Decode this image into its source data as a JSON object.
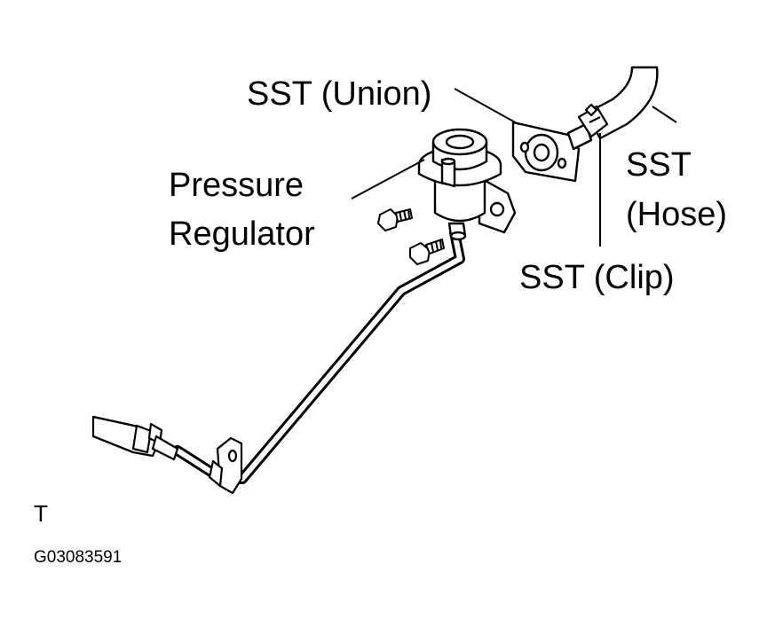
{
  "labels": {
    "sst_union": "SST (Union)",
    "pressure_regulator_line1": "Pressure",
    "pressure_regulator_line2": "Regulator",
    "sst_hose_line1": "SST",
    "sst_hose_line2": "(Hose)",
    "sst_clip": "SST (Clip)",
    "corner_tag": "T",
    "figure_code": "G03083591"
  },
  "colors": {
    "ink": "#000000",
    "paper": "#ffffff"
  }
}
